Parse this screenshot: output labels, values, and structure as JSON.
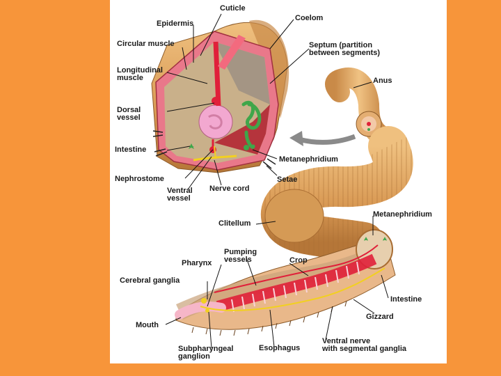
{
  "labels": {
    "cuticle": "Cuticle",
    "epidermis": "Epidermis",
    "circular_muscle": "Circular muscle",
    "longitudinal_muscle": "Longitudinal\nmuscle",
    "dorsal_vessel": "Dorsal\nvessel",
    "intestine_top": "Intestine",
    "nephrostome": "Nephrostome",
    "ventral_vessel": "Ventral\nvessel",
    "nerve_cord": "Nerve cord",
    "coelom": "Coelom",
    "septum": "Septum (partition\nbetween segments)",
    "anus": "Anus",
    "metanephridium_top": "Metanephridium",
    "setae": "Setae",
    "clitellum": "Clitellum",
    "metanephridium_right": "Metanephridium",
    "pumping_vessels": "Pumping\nvessels",
    "crop": "Crop",
    "pharynx": "Pharynx",
    "cerebral_ganglia": "Cerebral ganglia",
    "mouth": "Mouth",
    "intestine_bottom": "Intestine",
    "gizzard": "Gizzard",
    "subpharyngeal_ganglion": "Subpharyngeal\nganglion",
    "esophagus": "Esophagus",
    "ventral_nerve": "Ventral nerve\nwith segmental ganglia"
  },
  "colors": {
    "background": "#F7953A",
    "panel": "#FFFFFF",
    "body_tan": "#E0A866",
    "body_shade": "#B87A3E",
    "muscle_pink": "#E9788A",
    "vessel_red": "#E0203A",
    "nephridium_green": "#3FA64A",
    "nerve_yellow": "#F2D020",
    "intestine_pink": "#F2A8D0",
    "arrow_gray": "#8A8A8A"
  }
}
